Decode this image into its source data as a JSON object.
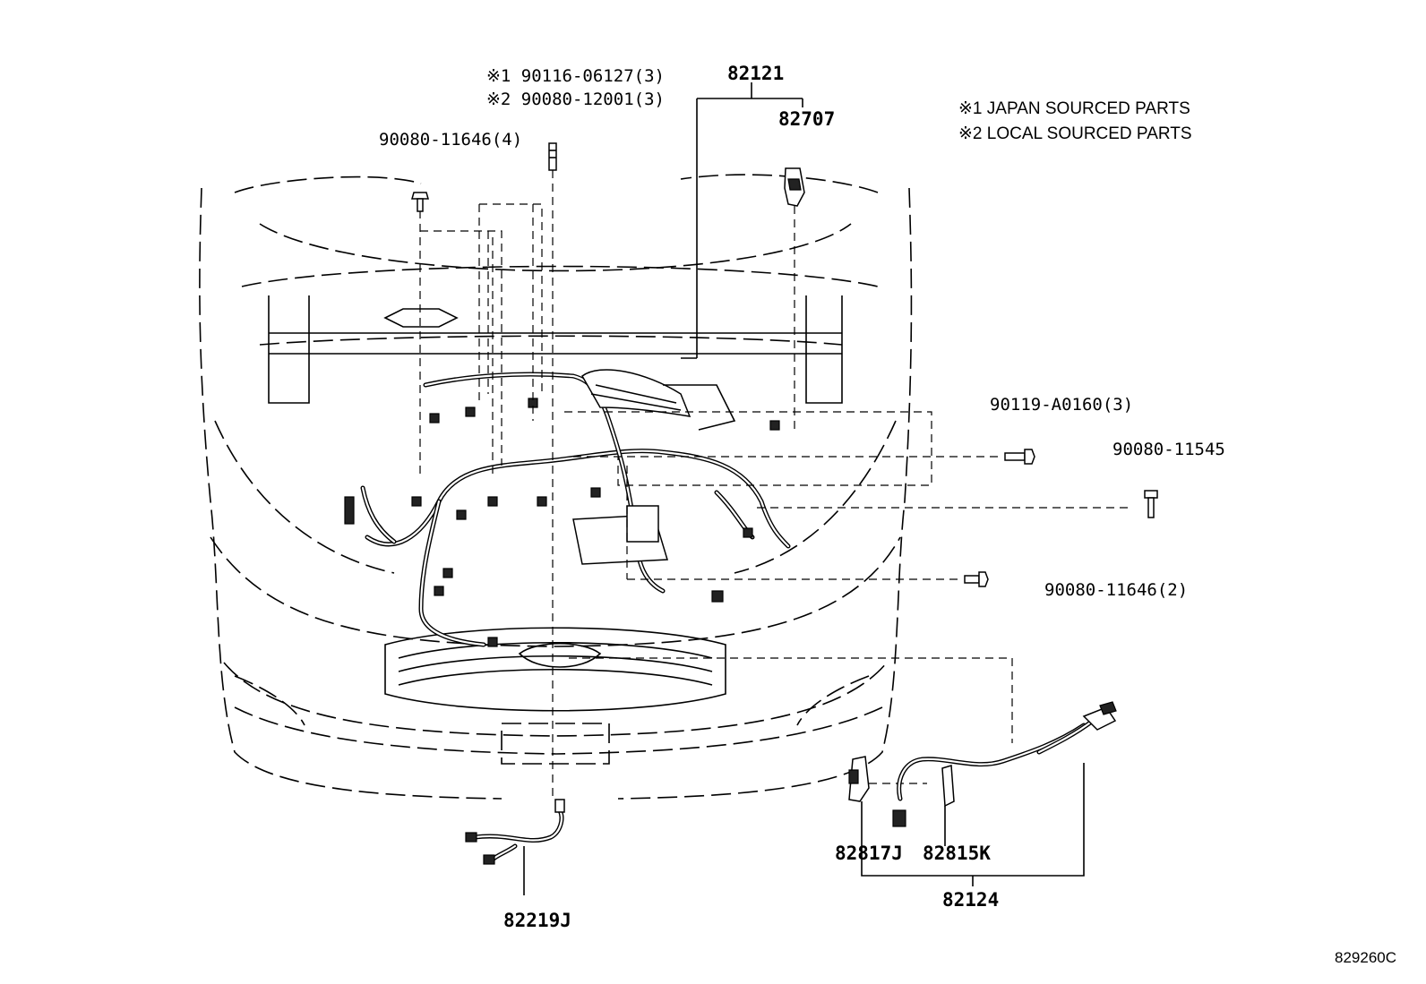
{
  "notes": {
    "note1": "※1 JAPAN SOURCED PARTS",
    "note2": "※2 LOCAL SOURCED PARTS"
  },
  "labels": {
    "bolt_a_japan": "※1 90116-06127(3)",
    "bolt_a_local": "※2 90080-12001(3)",
    "clip_left": "90080-11646(4)",
    "harness_group": "82121",
    "connector_82707": "82707",
    "bolt_right_upper": "90119-A0160(3)",
    "clip_right": "90080-11545",
    "clip_right_lower": "90080-11646(2)",
    "wire_front": "82219J",
    "sub_harness_group": "82124",
    "connector_82817j": "82817J",
    "connector_82815k": "82815K"
  },
  "diagram_code": "829260C"
}
